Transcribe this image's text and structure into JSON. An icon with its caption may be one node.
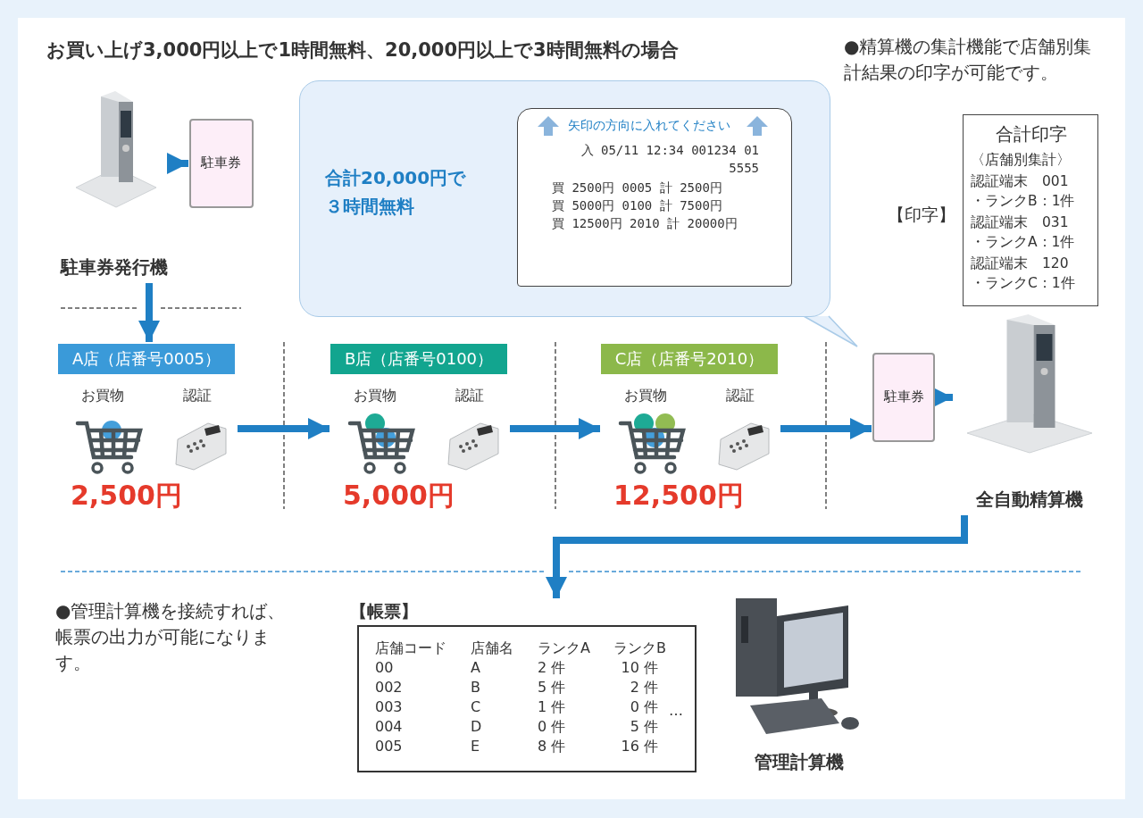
{
  "diagram": {
    "title": "お買い上げ3,000円以上で1時間無料、20,000円以上で3時間無料の場合",
    "nodes": [
      {
        "text": [
          "駐車券発行機"
        ]
      },
      {
        "text": [
          "駐車券"
        ]
      },
      {
        "text": [
          "合計20,000円で３時間無料"
        ]
      },
      {
        "text": [
          "矢印の方向に入れてください",
          "入 05/11 12:34 001234 01 5555",
          "買 2500円 0005 計 2500円",
          "買 5000円 0100 計 7500円",
          "買 12500円 2010 計 20000円"
        ],
        "in": 2
      },
      {
        "text": [
          "合計印字",
          "〈店舗別集計〉",
          "認証端末　001",
          "・ランクB：1件",
          "認証端末　031",
          "・ランクA：1件",
          "認証端末　120",
          "・ランクC：1件"
        ],
        "beside": [
          "【印字】"
        ]
      },
      {
        "text": [
          "A店（店番号0005）",
          "お買物",
          "認証",
          "2,500円"
        ]
      },
      {
        "text": [
          "B店（店番号0100）",
          "お買物",
          "認証",
          "5,000円"
        ]
      },
      {
        "text": [
          "C店（店番号2010）",
          "お買物",
          "認証",
          "12,500円"
        ]
      },
      {
        "text": [
          "駐車券"
        ]
      },
      {
        "text": [
          "全自動精算機"
        ]
      },
      {
        "text": [
          "【帳票】"
        ]
      },
      {
        "text": [
          "管理計算機"
        ]
      }
    ],
    "edges": [
      {
        "from": 0,
        "to": 1,
        "arrow": "to"
      },
      {
        "from": 0,
        "to": 5,
        "arrow": "to"
      },
      {
        "from": 5,
        "to": 6,
        "arrow": "to"
      },
      {
        "from": 6,
        "to": 7,
        "arrow": "to"
      },
      {
        "from": 7,
        "to": 8,
        "arrow": "to"
      },
      {
        "from": 8,
        "to": 9,
        "arrow": "to"
      },
      {
        "from": 9,
        "to": 10,
        "arrow": "to"
      }
    ],
    "labels": [
      "●精算機の集計機能で店舗別集計結果の印字が可能です。",
      "●管理計算機を接続すれば、帳票の出力が可能になります。",
      "店舗コード",
      "店舗名",
      "ランクA",
      "ランクB",
      "00",
      "A",
      "2 件",
      "10 件",
      "002",
      "B",
      "5 件",
      "2 件",
      "003",
      "C",
      "1 件",
      "0 件",
      "…",
      "004",
      "D",
      "0 件",
      "5 件",
      "005",
      "E",
      "8 件",
      "16 件"
    ]
  }
}
